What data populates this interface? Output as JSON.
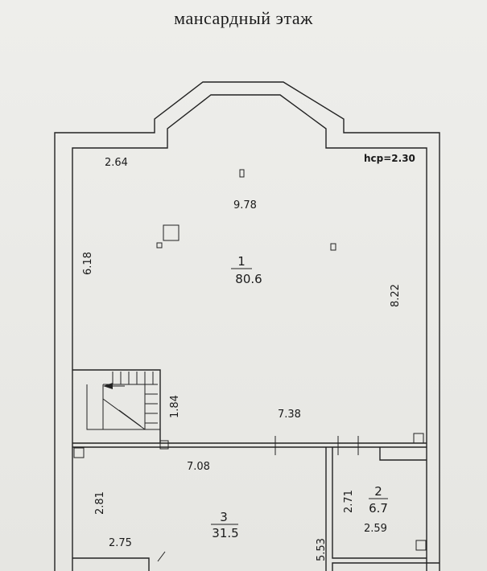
{
  "title": "мансардный этаж",
  "ceiling_height_label": "hср=2.30",
  "rooms": [
    {
      "number": "1",
      "area": "80.6"
    },
    {
      "number": "2",
      "area": "6.7"
    },
    {
      "number": "3",
      "area": "31.5"
    }
  ],
  "dimensions": {
    "top_left_width": "2.64",
    "main_width": "9.78",
    "left_height": "6.18",
    "right_height": "8.22",
    "stair_height": "1.84",
    "lower_right_width": "7.38",
    "room3_width": "7.08",
    "room3_left_height": "2.81",
    "room3_bottom_left": "2.75",
    "room3_vertical": "5.53",
    "room2_height": "2.71",
    "room2_width": "2.59"
  }
}
